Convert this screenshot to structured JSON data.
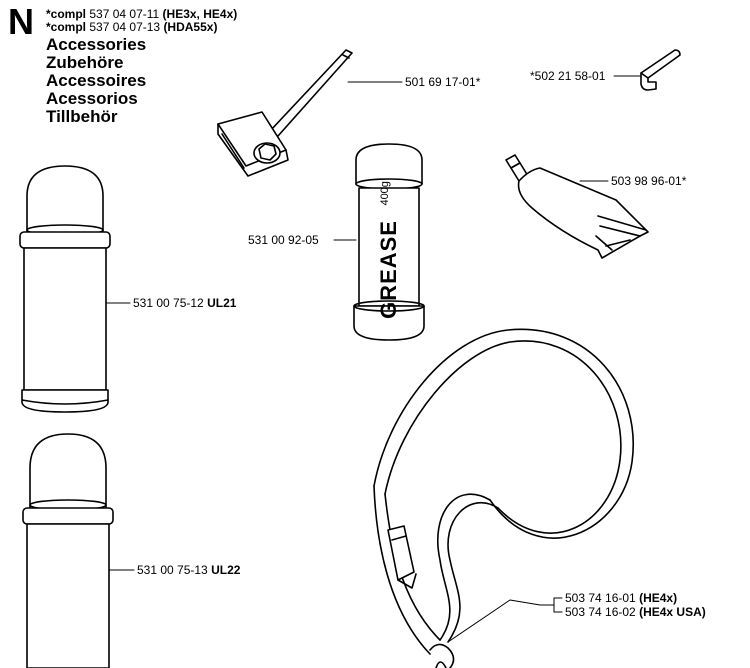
{
  "section_letter": "N",
  "compl": [
    {
      "prefix": "*compl",
      "number": "537 04 07-11",
      "models": "(HE3x, HE4x)"
    },
    {
      "prefix": "*compl",
      "number": "537 04 07-13",
      "models": "(HDA55x)"
    }
  ],
  "titles": [
    "Accessories",
    "Zubehöre",
    "Accessoires",
    "Acessorios",
    "Tillbehör"
  ],
  "parts": {
    "wrench": {
      "number": "501 69 17-01*"
    },
    "hex_key": {
      "number": "*502 21 58-01"
    },
    "grease_tube": {
      "number": "503 98 96-01*"
    },
    "grease_cartridge": {
      "number": "531 00 92-05",
      "label": "GREASE",
      "weight": "400g"
    },
    "can_ul21": {
      "number": "531 00 75-12",
      "suffix": "UL21"
    },
    "can_ul22": {
      "number": "531 00 75-13",
      "suffix": "UL22"
    },
    "harness_1": {
      "number": "503 74 16-01",
      "suffix": "(HE4x)"
    },
    "harness_2": {
      "number": "503 74 16-02",
      "suffix": "(HE4x USA)"
    }
  }
}
